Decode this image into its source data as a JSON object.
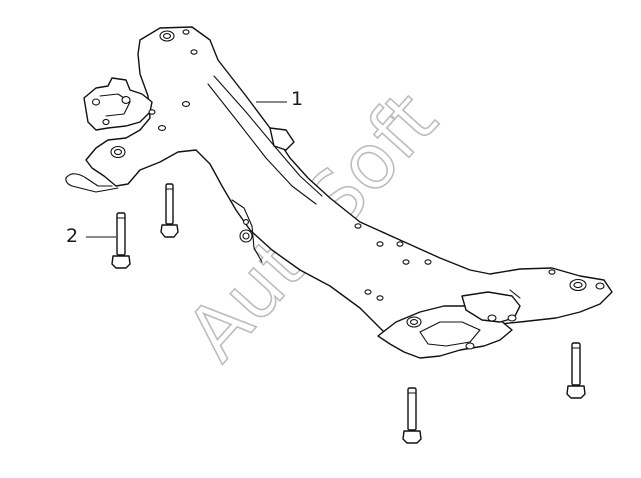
{
  "callouts": {
    "one": "1",
    "two": "2"
  },
  "watermark": {
    "text": "AutoSoft",
    "color": "#bdbdbd"
  },
  "colors": {
    "line": "#111111",
    "background": "#ffffff"
  }
}
